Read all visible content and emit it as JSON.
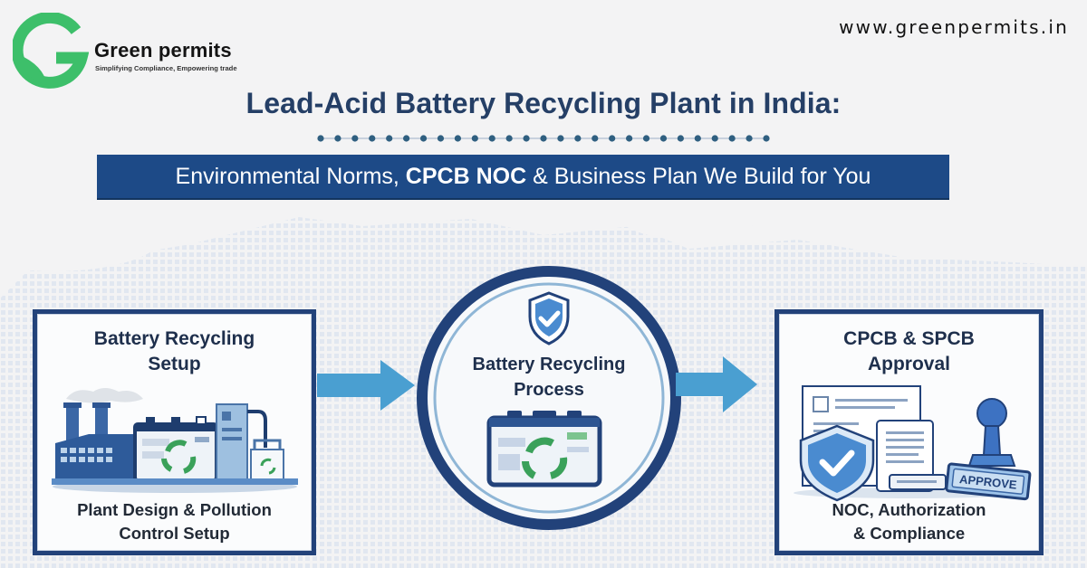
{
  "brand": {
    "name": "Green permits",
    "tagline": "Simplifying Compliance, Empowering trade",
    "logo_icon": "g-leaf-logo-icon",
    "color": "#3dbf6a"
  },
  "website": "www.greenpermits.in",
  "header": {
    "title": "Lead-Acid Battery Recycling Plant in India:",
    "divider_dot_count": 27,
    "banner": {
      "text_before": "Environmental Norms, ",
      "text_bold": "CPCB NOC",
      "text_after": " & Business Plan We Build for You"
    }
  },
  "steps": [
    {
      "title_line1": "Battery Recycling",
      "title_line2": "Setup",
      "icon": "factory-recycling-plant-icon",
      "subtitle_line1": "Plant Design & Pollution",
      "subtitle_line2": "Control Setup"
    },
    {
      "title_line1": "Battery Recycling",
      "title_line2": "Process",
      "icon_top": "shield-check-icon",
      "icon": "battery-recycle-icon"
    },
    {
      "title_line1": "CPCB & SPCB",
      "title_line2": "Approval",
      "icon": "approval-documents-stamp-icon",
      "stamp_text": "APPROVE",
      "subtitle_line1": "NOC, Authorization",
      "subtitle_line2": "& Compliance"
    }
  ],
  "colors": {
    "navy": "#22427a",
    "title_text": "#253f66",
    "banner_bg": "#1d4a87",
    "arrow": "#4a9fd1",
    "recycle_green": "#3aa15a",
    "background": "#f3f3f4"
  }
}
